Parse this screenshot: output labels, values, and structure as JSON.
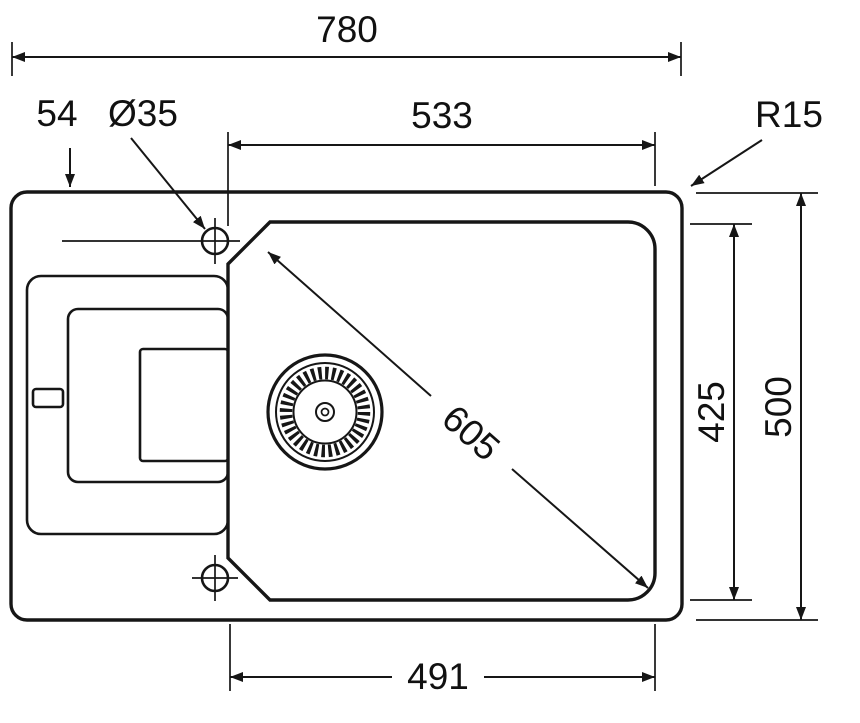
{
  "page": {
    "background": "#ffffff",
    "line_color": "#161616"
  },
  "drawing": {
    "title": "kitchen-sink-dimension-drawing",
    "labels": {
      "overall_width": "780",
      "top_inner_width": "533",
      "edge_offset": "54",
      "hole_diameter": "Ø35",
      "corner_radius": "R15",
      "bowl_diagonal": "605",
      "bowl_inner_height": "425",
      "overall_height": "500",
      "bottom_inner_width": "491"
    }
  }
}
